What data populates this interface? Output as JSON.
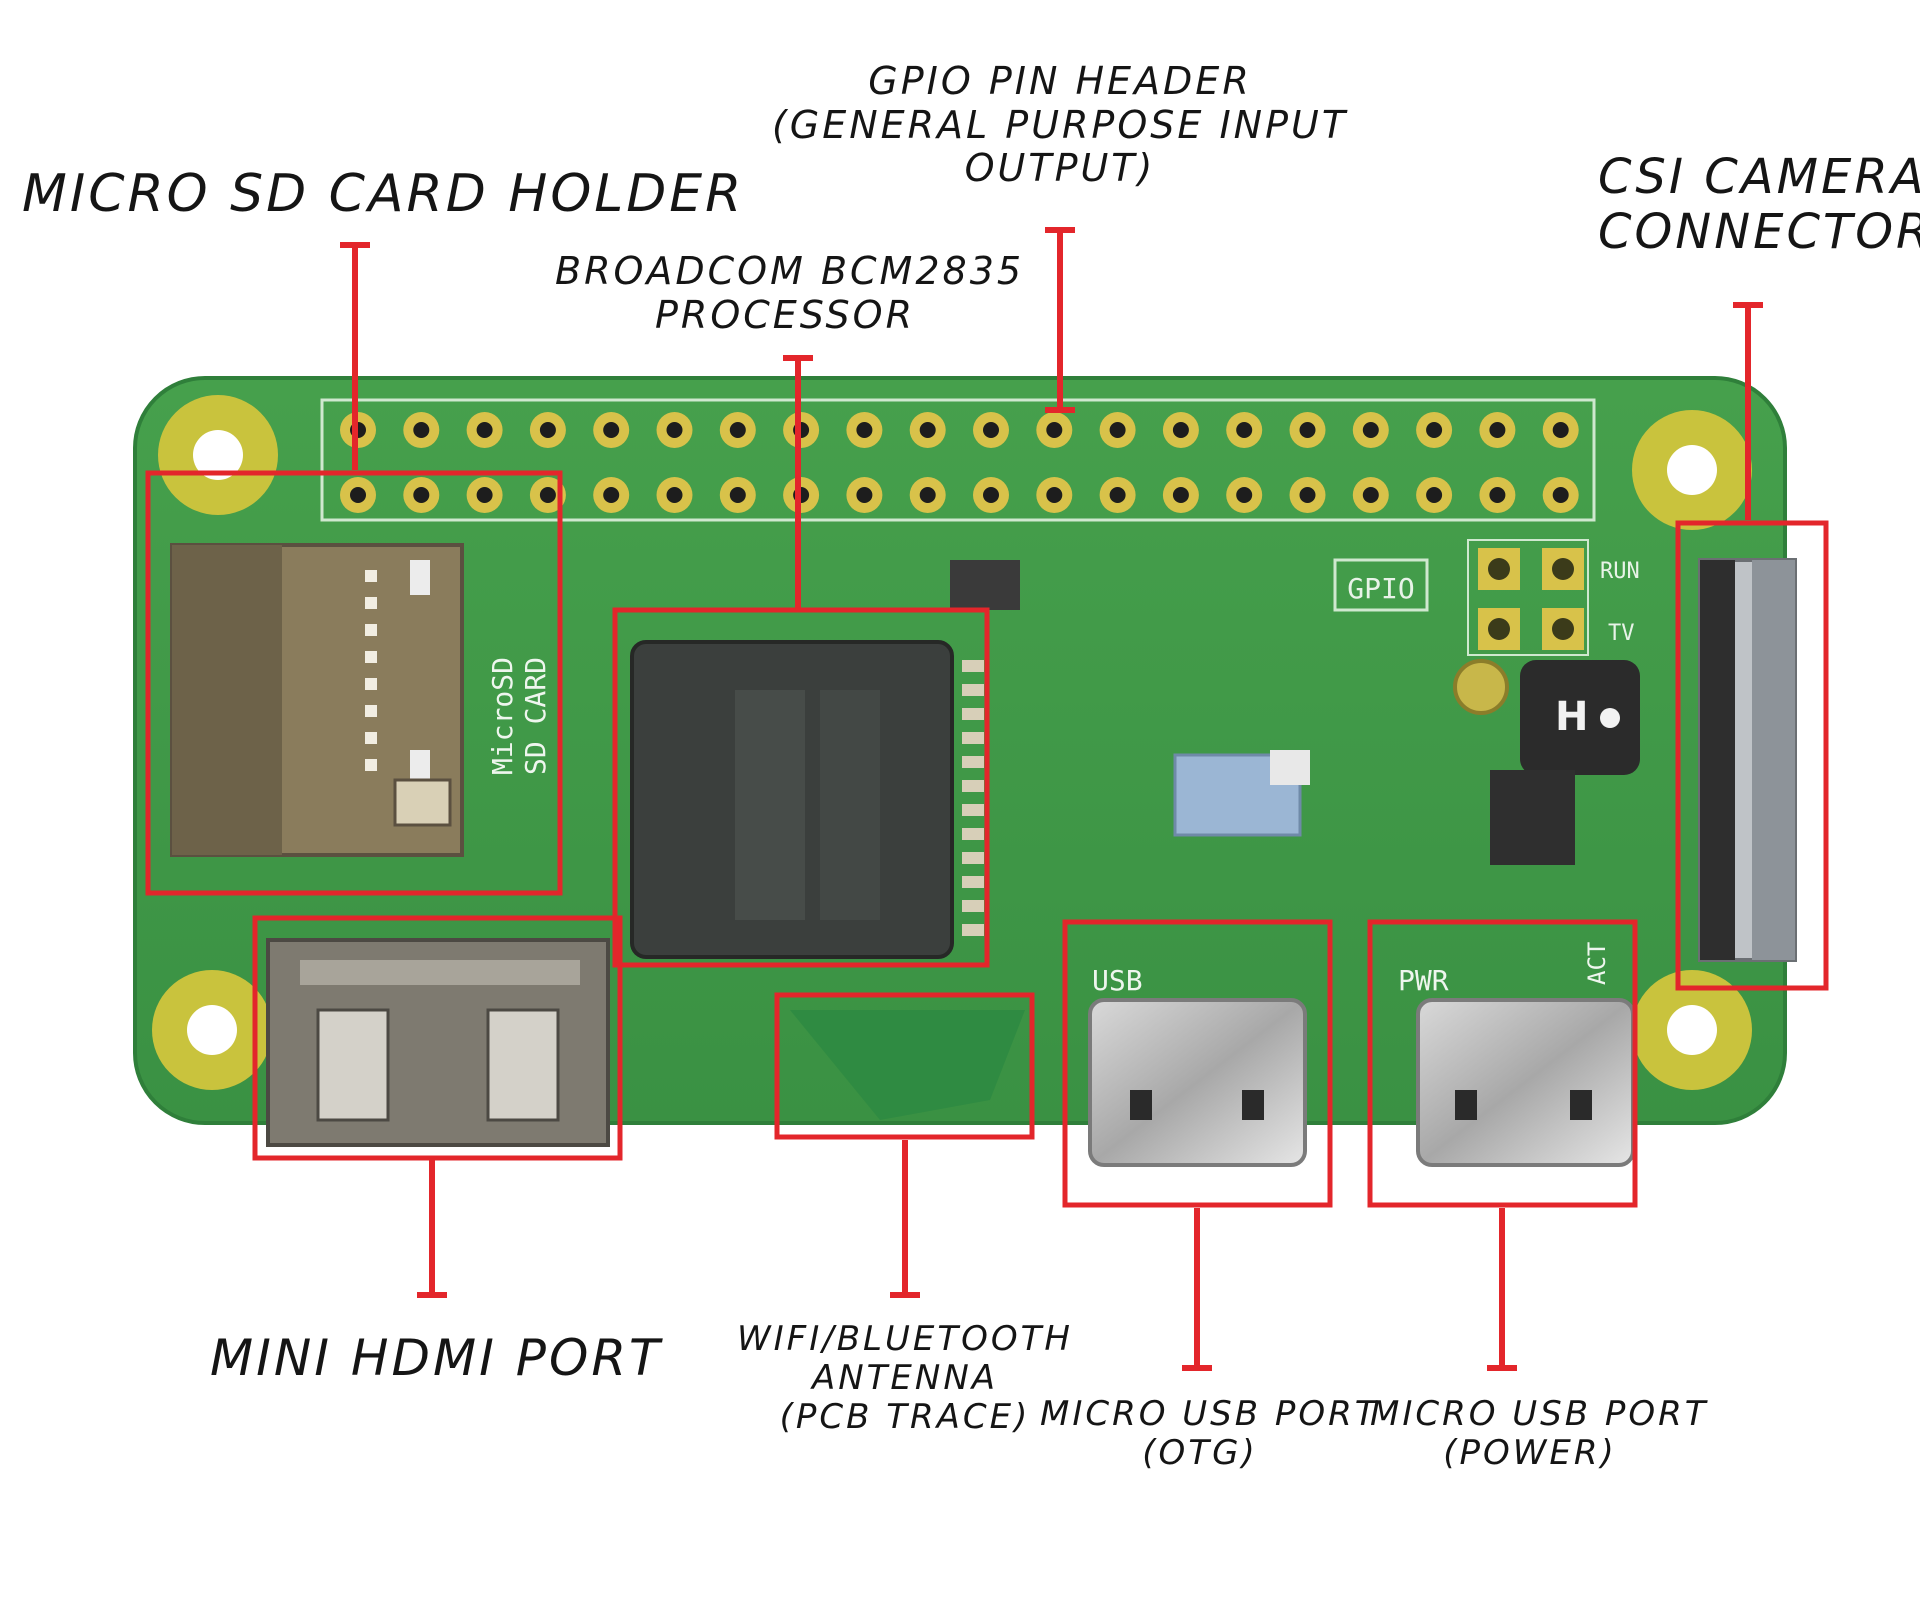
{
  "callouts": {
    "gpio": [
      "GPIO PIN HEADER",
      "(GENERAL PURPOSE INPUT",
      "OUTPUT)"
    ],
    "sd": [
      "MICRO SD CARD HOLDER"
    ],
    "csi": [
      "CSI CAMERA",
      "CONNECTOR"
    ],
    "cpu": [
      "BROADCOM BCM2835",
      "PROCESSOR"
    ],
    "hdmi": [
      "MINI HDMI PORT"
    ],
    "antenna": [
      "WIFI/BLUETOOTH",
      "ANTENNA",
      "(PCB TRACE)"
    ],
    "usb_otg": [
      "MICRO USB PORT",
      "(OTG)"
    ],
    "usb_pwr": [
      "MICRO USB PORT",
      "(POWER)"
    ]
  },
  "silkscreen": {
    "gpio": "GPIO",
    "sd_top": "MicroSD",
    "sd_bottom": "SD CARD",
    "usb": "USB",
    "pwr": "PWR",
    "act": "ACT",
    "run": "RUN",
    "tv": "TV"
  },
  "colors": {
    "pcb": "#3f9a48",
    "pcb_dark": "#2f7f3a",
    "pad_gold": "#d8c24a",
    "highlight": "#e3262b",
    "ink": "#151515"
  }
}
